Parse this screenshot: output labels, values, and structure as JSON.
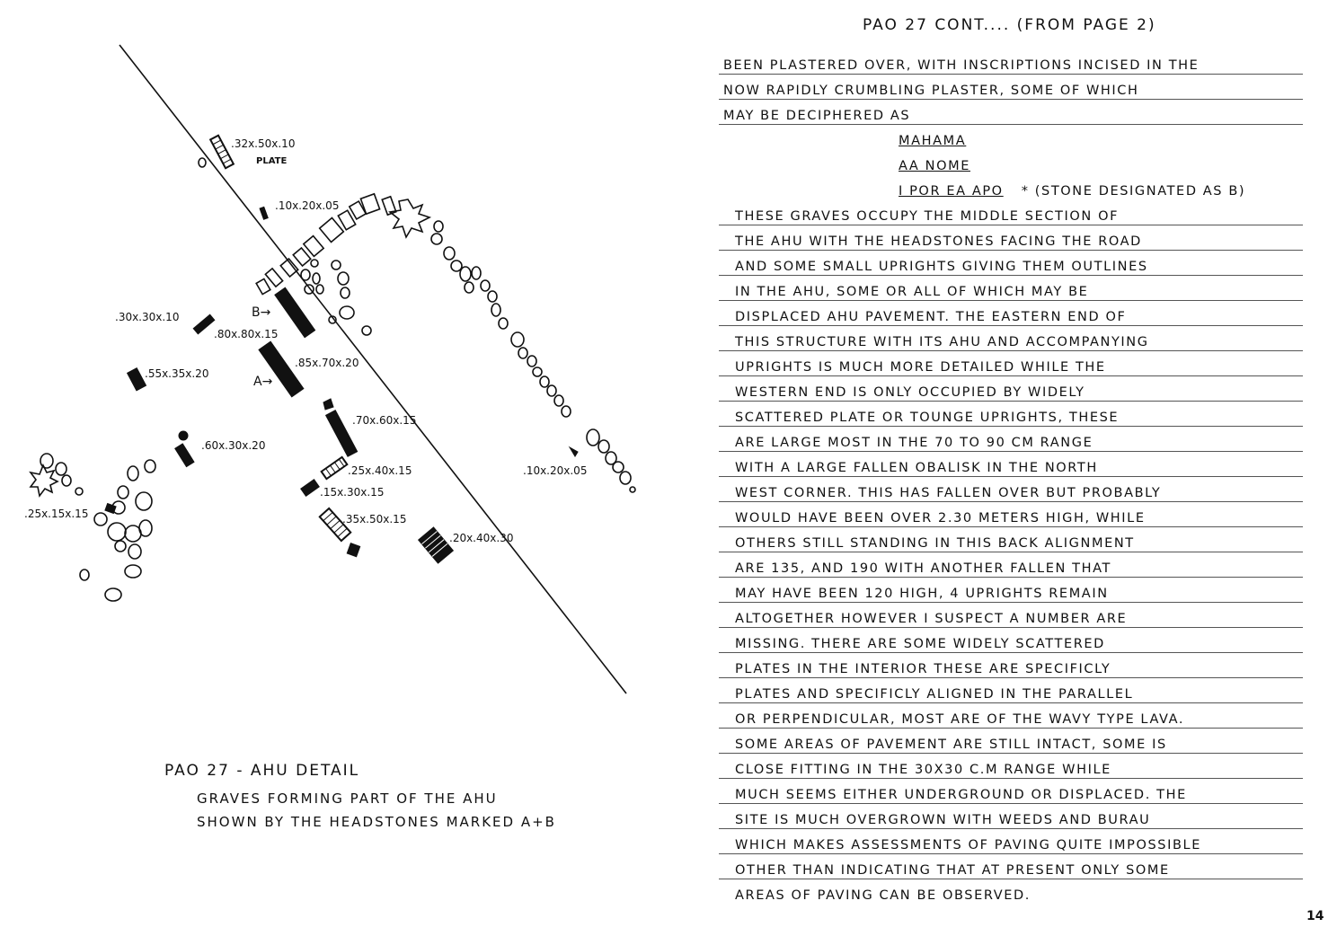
{
  "diagram": {
    "labels": {
      "l1": ".32x.50x.10",
      "plate": "PLATE",
      "l2": ".10x.20x.05",
      "l3": ".30x.30x.10",
      "b_marker": "B→",
      "l4": ".80x.80x.15",
      "l5": ".55x.35x.20",
      "a_marker": "A→",
      "l6": ".85x.70x.20",
      "l7": ".70x.60x.15",
      "l8": ".60x.30x.20",
      "l9": ".25x.40x.15",
      "l10": ".15x.30x.15",
      "l11": ".10x.20x.05",
      "l12": ".25x.15x.15",
      "l13": ".35x.50x.15",
      "l14": ".20x.40x.30"
    }
  },
  "caption": {
    "title": "PAO 27 - AHU DETAIL",
    "line1": "GRAVES FORMING PART OF THE AHU",
    "line2": "SHOWN BY THE HEADSTONES MARKED A+B"
  },
  "notes": {
    "header": "PAO 27 CONT.... (FROM PAGE 2)",
    "lines": [
      "BEEN PLASTERED OVER, WITH INSCRIPTIONS INCISED IN THE",
      "NOW RAPIDLY CRUMBLING PLASTER, SOME OF WHICH",
      "MAY BE DECIPHERED AS",
      "MAHAMA",
      "AA NOME",
      "I POR EA APO",
      "* (STONE DESIGNATED AS B)",
      "THESE GRAVES OCCUPY THE MIDDLE SECTION OF",
      "THE AHU WITH THE HEADSTONES FACING THE ROAD",
      "AND SOME SMALL UPRIGHTS GIVING THEM OUTLINES",
      "IN THE AHU, SOME OR ALL OF WHICH MAY BE",
      "DISPLACED AHU PAVEMENT. THE EASTERN END OF",
      "THIS STRUCTURE WITH ITS AHU AND ACCOMPANYING",
      "UPRIGHTS IS MUCH MORE DETAILED WHILE THE",
      "WESTERN END IS ONLY OCCUPIED BY WIDELY",
      "SCATTERED PLATE OR TOUNGE UPRIGHTS, THESE",
      "ARE LARGE MOST IN THE 70 TO 90 CM RANGE",
      "WITH A LARGE FALLEN OBALISK IN THE NORTH",
      "WEST CORNER. THIS HAS FALLEN OVER BUT PROBABLY",
      "WOULD HAVE BEEN OVER 2.30 METERS HIGH, WHILE",
      "OTHERS STILL STANDING IN THIS BACK ALIGNMENT",
      "ARE 135, AND 190 WITH ANOTHER FALLEN THAT",
      "MAY HAVE BEEN 120 HIGH, 4 UPRIGHTS REMAIN",
      "ALTOGETHER HOWEVER I SUSPECT A NUMBER ARE",
      "MISSING. THERE ARE SOME WIDELY SCATTERED",
      "PLATES IN THE INTERIOR THESE ARE SPECIFICLY",
      "PLATES AND SPECIFICLY ALIGNED IN THE PARALLEL",
      "OR PERPENDICULAR, MOST ARE OF THE WAVY TYPE LAVA.",
      "SOME AREAS OF PAVEMENT ARE STILL INTACT, SOME IS",
      "CLOSE FITTING IN THE 30X30 C.M RANGE WHILE",
      "MUCH SEEMS EITHER UNDERGROUND OR DISPLACED. THE",
      "SITE IS MUCH OVERGROWN WITH WEEDS AND BURAU",
      "WHICH MAKES ASSESSMENTS OF PAVING QUITE IMPOSSIBLE",
      "OTHER THAN INDICATING THAT AT PRESENT ONLY SOME",
      "AREAS OF PAVING CAN BE OBSERVED."
    ],
    "page_number": "14"
  }
}
